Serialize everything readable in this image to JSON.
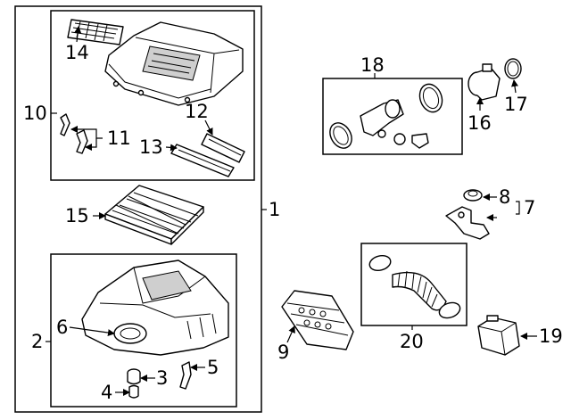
{
  "callouts": {
    "c1": "1",
    "c2": "2",
    "c3": "3",
    "c4": "4",
    "c5": "5",
    "c6": "6",
    "c7": "7",
    "c8": "8",
    "c9": "9",
    "c10": "10",
    "c11": "11",
    "c12": "12",
    "c13": "13",
    "c14": "14",
    "c15": "15",
    "c16": "16",
    "c17": "17",
    "c18": "18",
    "c19": "19",
    "c20": "20"
  },
  "icons": {
    "arrow": "arrowhead",
    "assembly_box": "group-box"
  },
  "colors": {
    "line": "#000000",
    "background": "#ffffff",
    "shading": "#cfcfcf"
  }
}
